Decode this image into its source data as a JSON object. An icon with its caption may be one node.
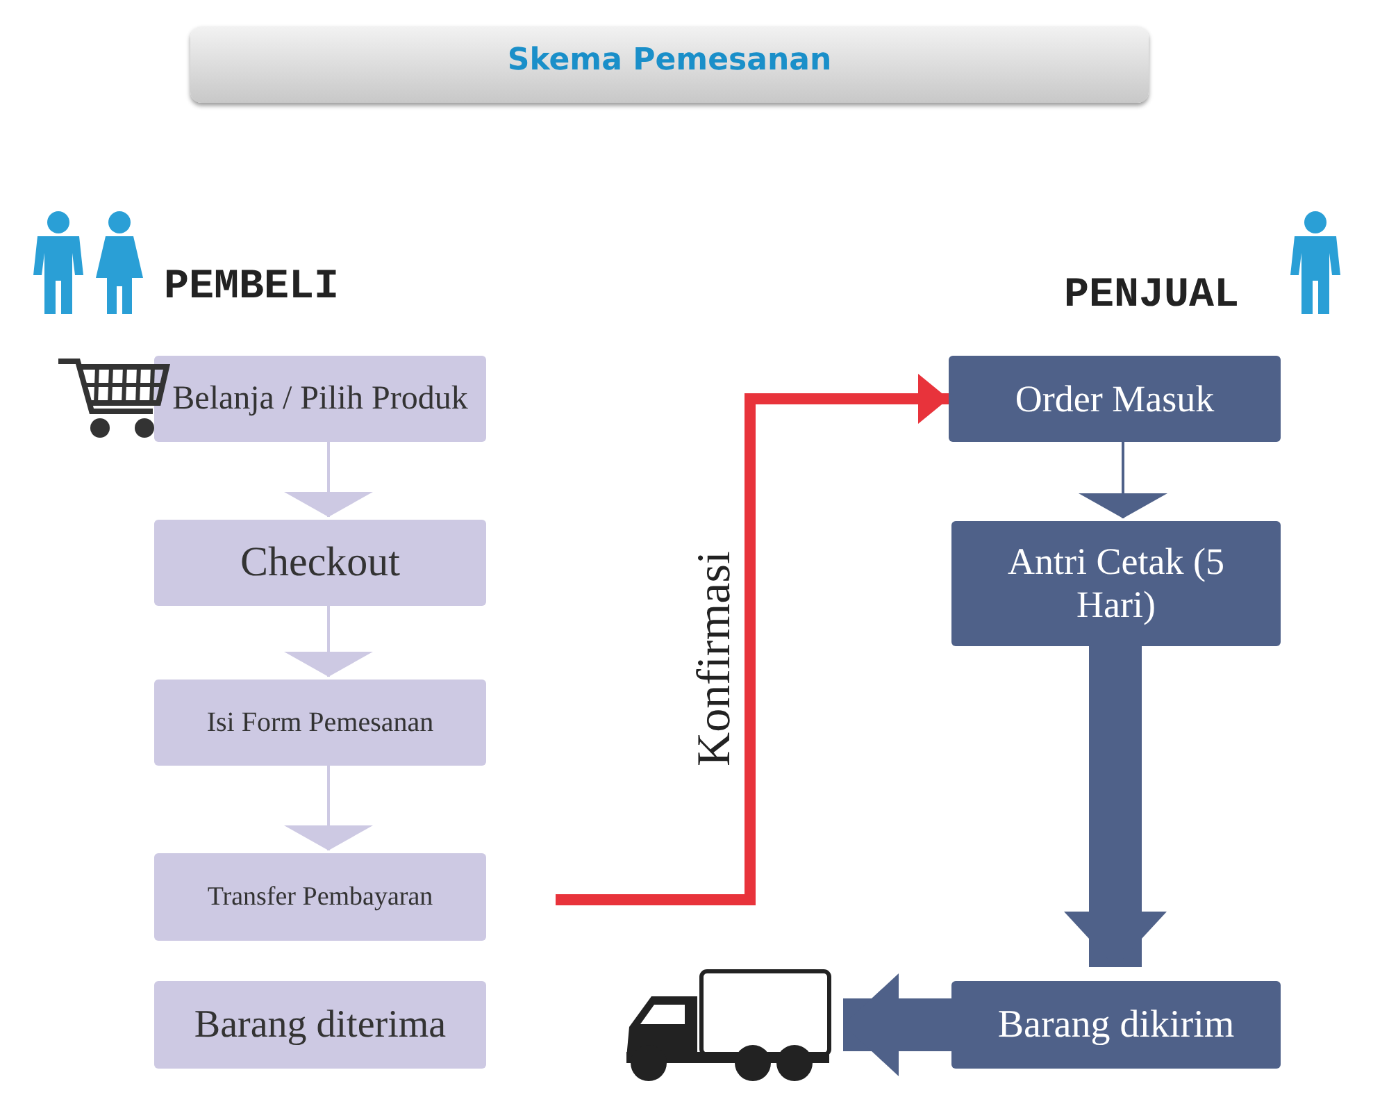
{
  "diagram": {
    "title": "Skema Pemesanan",
    "nodes": [
      {
        "text": [
          "Belanja / Pilih Produk"
        ]
      },
      {
        "text": [
          "Checkout"
        ]
      },
      {
        "text": [
          "Isi Form Pemesanan"
        ]
      },
      {
        "text": [
          "Transfer Pembayaran"
        ]
      },
      {
        "text": [
          "Barang diterima"
        ]
      },
      {
        "text": [
          "Order Masuk"
        ]
      },
      {
        "text": [
          "Antri Cetak (5 Hari)"
        ]
      },
      {
        "text": [
          "Barang dikirim"
        ]
      },
      {
        "text": [],
        "shape": "picture"
      }
    ],
    "edges": [
      {
        "from": 0,
        "to": 1,
        "arrow": "to",
        "color": "#cdc9e3"
      },
      {
        "from": 1,
        "to": 2,
        "arrow": "to",
        "color": "#cdc9e3"
      },
      {
        "from": 2,
        "to": 3,
        "arrow": "to",
        "color": "#cdc9e3"
      },
      {
        "from": 3,
        "to": 5,
        "arrow": "to",
        "label": "Konfirmasi",
        "style": "thick",
        "color": "#e8333b"
      },
      {
        "from": 5,
        "to": 6,
        "arrow": "to",
        "color": "#4f6189"
      },
      {
        "from": 6,
        "to": 7,
        "arrow": "to",
        "style": "thick",
        "color": "#4f6189"
      },
      {
        "from": 7,
        "to": 8,
        "arrow": "to",
        "style": "thick",
        "color": "#4f6189"
      }
    ],
    "labels": [
      "PEMBELI",
      "PENJUAL"
    ]
  }
}
